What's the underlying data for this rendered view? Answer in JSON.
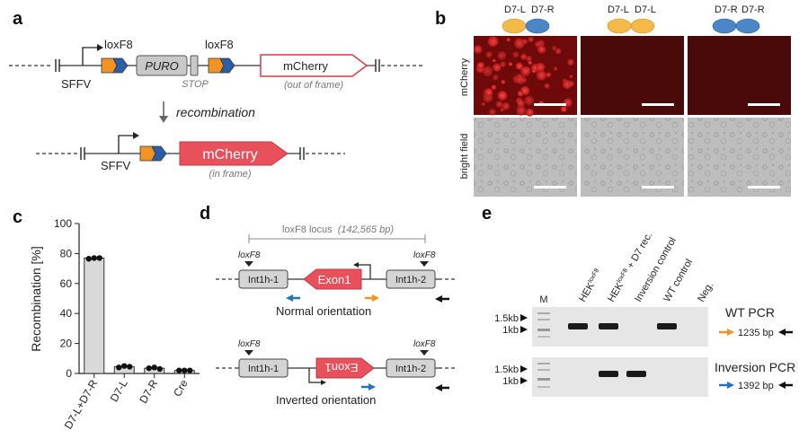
{
  "panels": {
    "a": "a",
    "b": "b",
    "c": "c",
    "d": "d",
    "e": "e"
  },
  "panel_a": {
    "loxf8_left": "loxF8",
    "loxf8_right": "loxF8",
    "puro": "PURO",
    "stop": "STOP",
    "mcherry_top": "mCherry",
    "out_of_frame": "(out of frame)",
    "sffv_top": "SFFV",
    "recombination": "recombination",
    "sffv_bottom": "SFFV",
    "mcherry_bottom": "mCherry",
    "in_frame": "(in frame)"
  },
  "panel_b": {
    "col1_a": "D7-L",
    "col1_b": "D7-R",
    "col2_a": "D7-L",
    "col2_b": "D7-L",
    "col3_a": "D7-R",
    "col3_b": "D7-R",
    "row_mcherry": "mCherry",
    "row_bf": "bright field",
    "colors": {
      "d7l": "#f5b94a",
      "d7r": "#4a86c8",
      "mcherry_bright": "#d22020",
      "mcherry_dark": "#4a0a0a",
      "bf": "#b8b8b8"
    }
  },
  "chart_data": {
    "type": "bar",
    "categories": [
      "D7-L+D7-R",
      "D7-L",
      "D7-R",
      "Cre"
    ],
    "values": [
      77,
      4.5,
      3.5,
      2
    ],
    "points": [
      [
        76.5,
        77,
        77
      ],
      [
        4,
        5,
        4.5
      ],
      [
        3.5,
        4,
        3
      ],
      [
        2,
        2,
        2
      ]
    ],
    "ylabel": "Recombination [%]",
    "ylim": [
      0,
      100
    ],
    "yticks": [
      0,
      20,
      40,
      60,
      80,
      100
    ]
  },
  "panel_d": {
    "locus": "loxF8 locus",
    "locus_size": "(142,565 bp)",
    "loxf8_1": "loxF8",
    "loxf8_2": "loxF8",
    "loxf8_3": "loxF8",
    "loxf8_4": "loxF8",
    "int1": "Int1h-1",
    "int2": "Int1h-2",
    "int3": "Int1h-1",
    "int4": "Int1h-2",
    "exon_normal": "Exon1",
    "exon_inverted": "Exon1",
    "normal": "Normal orientation",
    "inverted": "Inverted orientation"
  },
  "panel_e": {
    "lane_m": "M",
    "lane1": "HEK",
    "lane1_sup": "loxF8",
    "lane2": "HEK",
    "lane2_sup": "loxF8",
    "lane2_suffix": " + D7 rec.",
    "lane3": "Inversion control",
    "lane4": "WT control",
    "lane5": "Neg.",
    "size_15_top": "1.5kb",
    "size_1_top": "1kb",
    "size_15_bot": "1.5kb",
    "size_1_bot": "1kb",
    "wt_pcr": "WT PCR",
    "wt_bp": "1235 bp",
    "inv_pcr": "Inversion PCR",
    "inv_bp": "1392 bp"
  }
}
